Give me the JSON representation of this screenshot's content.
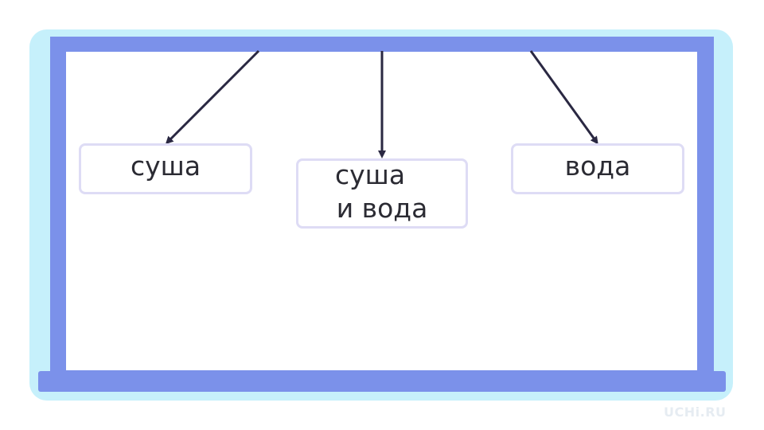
{
  "colors": {
    "frame_outer": "#c6f0fb",
    "board": "#7b91ea",
    "arrow": "#2a2842",
    "box_border": "#dedcf5",
    "text": "#2b2b33",
    "watermark": "#e6ecf2"
  },
  "nodes": [
    {
      "id": "land",
      "lines": [
        "суша"
      ]
    },
    {
      "id": "land-and-water",
      "lines": [
        "суша",
        "и вода"
      ]
    },
    {
      "id": "water",
      "lines": [
        "вода"
      ]
    }
  ],
  "edges": [
    {
      "from": "top",
      "to": "land"
    },
    {
      "from": "top",
      "to": "land-and-water"
    },
    {
      "from": "top",
      "to": "water"
    }
  ],
  "watermark": "UCHi.RU"
}
